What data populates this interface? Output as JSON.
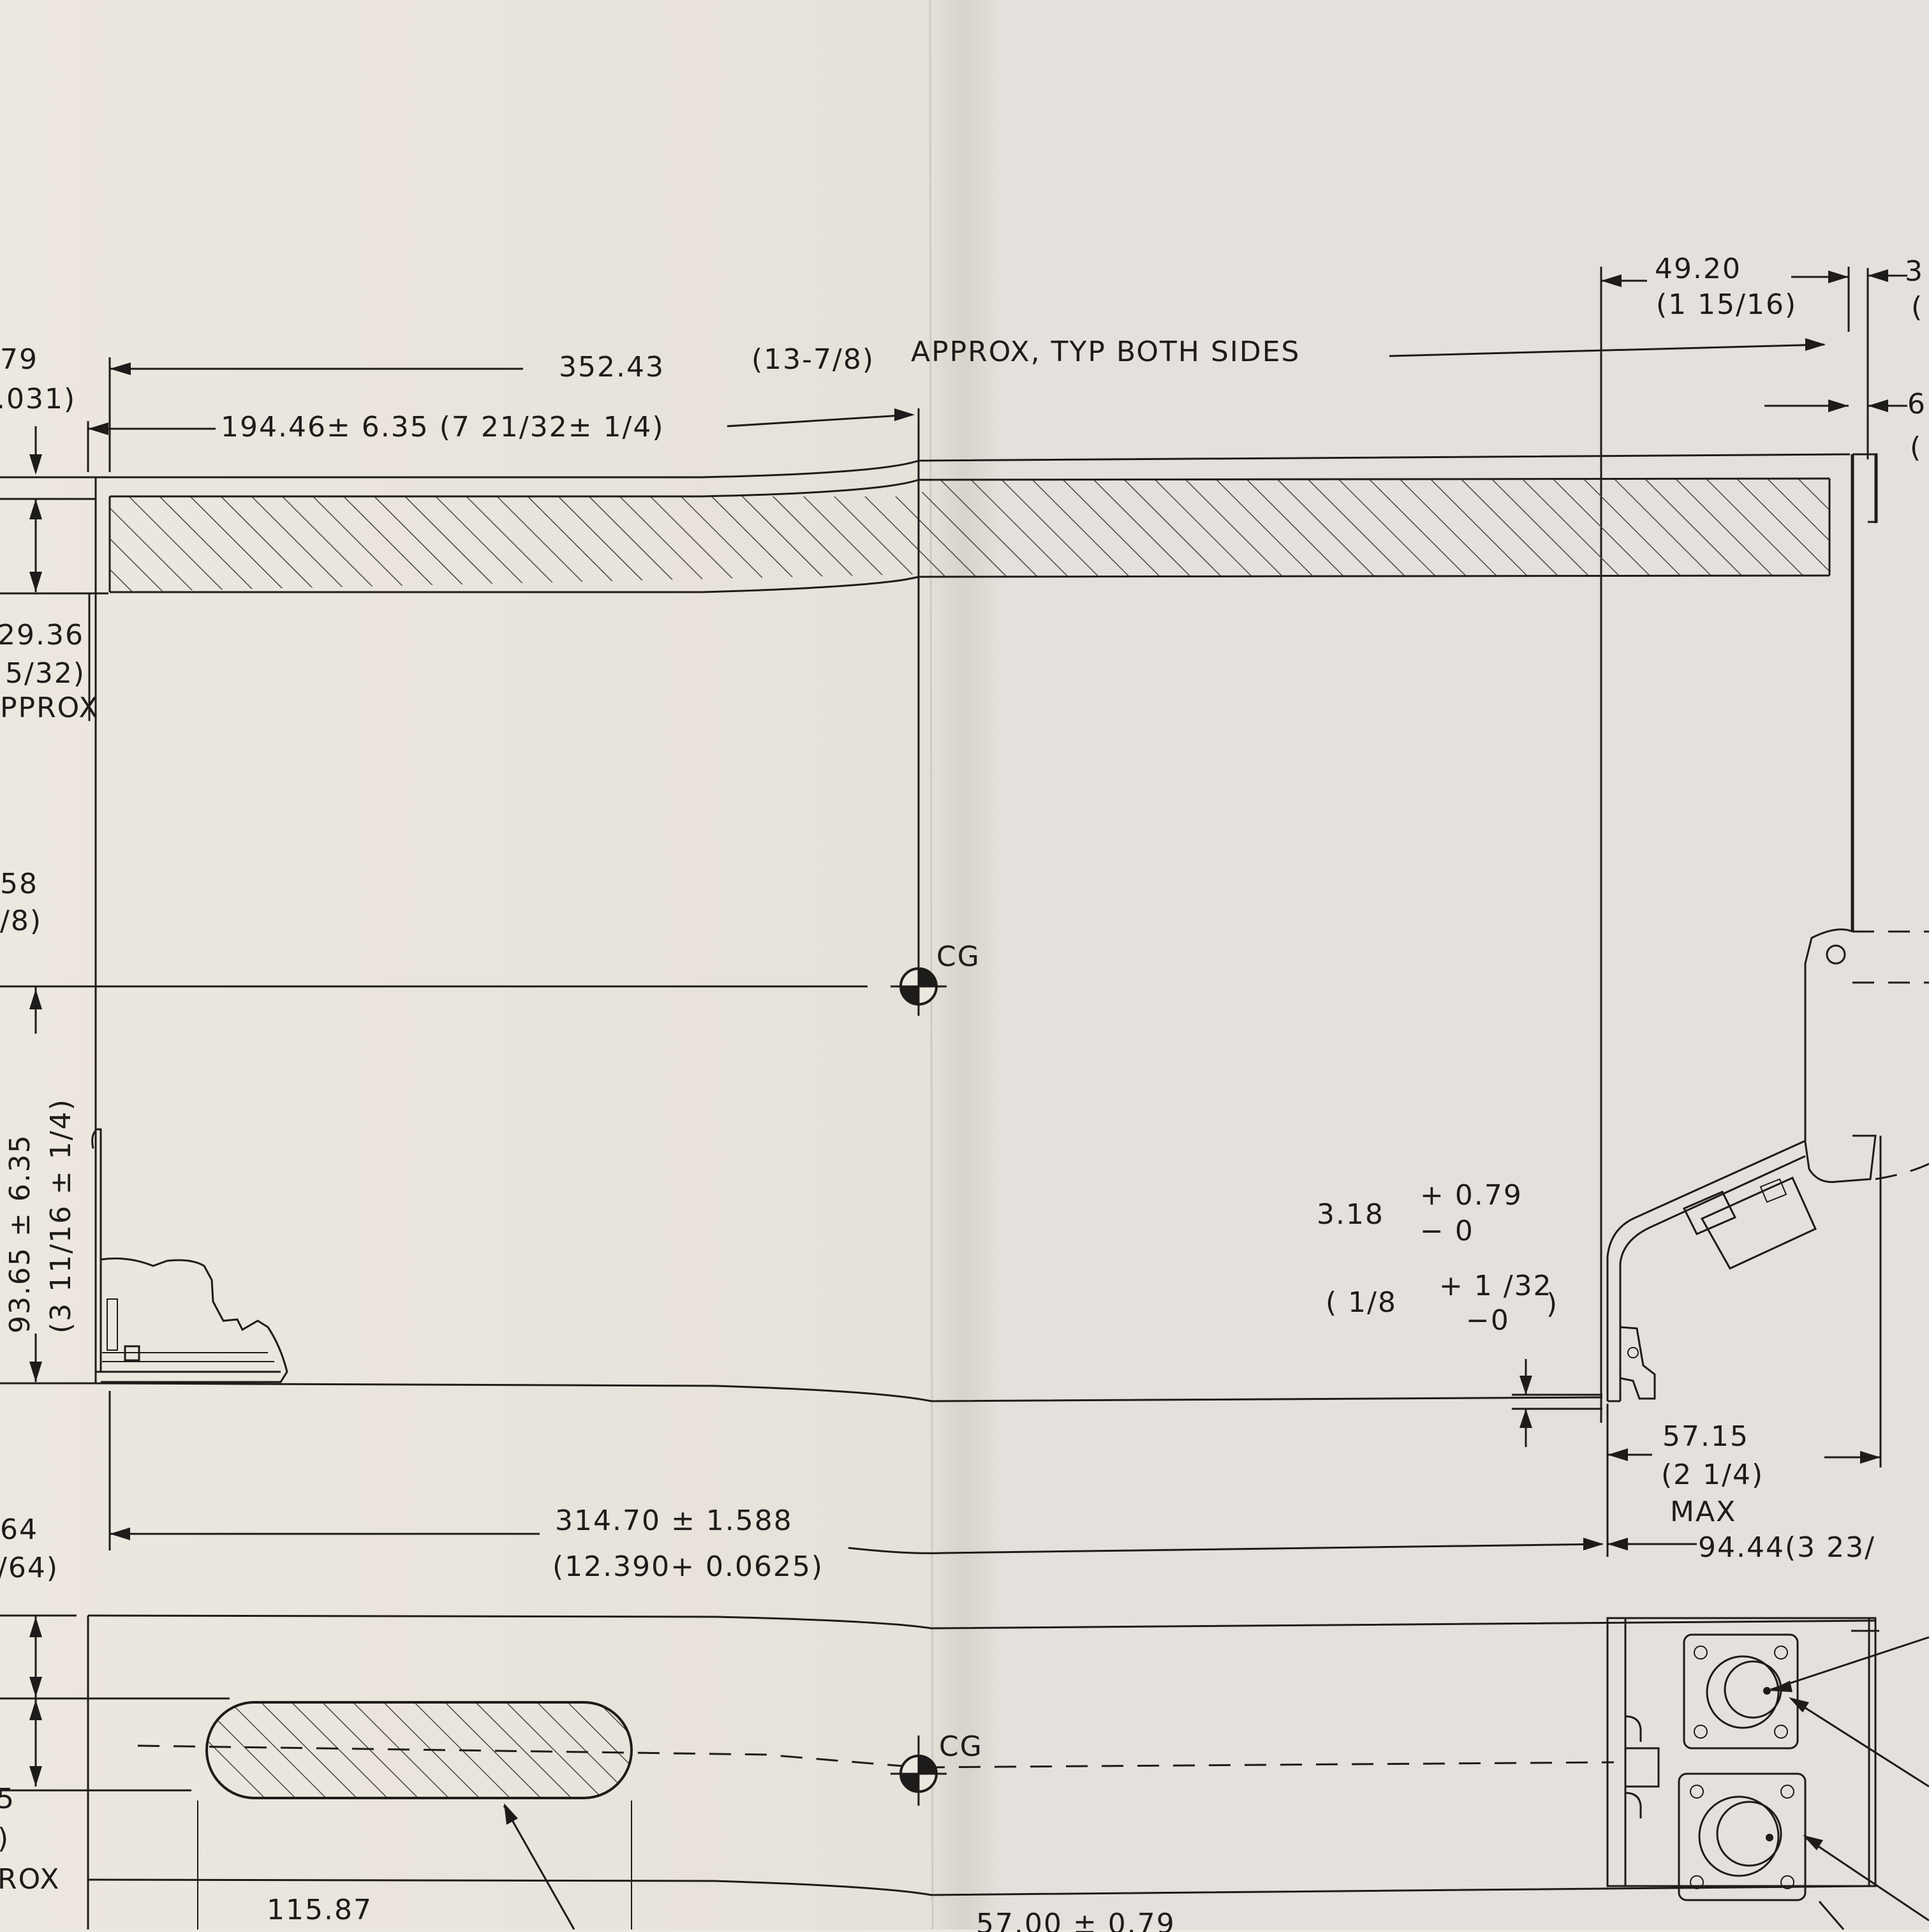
{
  "dims": {
    "overall_length": "352.43",
    "overall_length_in": "(13-7/8)",
    "typ_note": "APPROX, TYP BOTH SIDES",
    "cg_offset": "194.46± 6.35 (7 21/32± 1/4)",
    "flange_width": "49.20",
    "flange_width_in": "(1 15/16)",
    "left_top_a": "79",
    "left_top_b": ".031)",
    "left_thick_a": "29.36",
    "left_thick_b": "5/32)",
    "left_thick_c": "PPROX",
    "left_mid_a": "58",
    "left_mid_b": "/8)",
    "cg_height": "93.65 ± 6.35",
    "cg_height_in": "(3 11/16 ± 1/4)",
    "gap_mm": "3.18",
    "gap_tol_plus": "+ 0.79",
    "gap_tol_minus": "− 0",
    "gap_in": "( 1/8",
    "gap_in_plus": "+ 1 /32",
    "gap_in_minus": "−0",
    "base_length": "314.70 ± 1.588",
    "base_length_in": "(12.390+ 0.0625)",
    "right_depth": "57.15",
    "right_depth_in": "(2 1/4)",
    "right_depth_max": "MAX",
    "right_total": "94.44(3  23/",
    "left_low_a": "64",
    "left_low_b": "/64)",
    "bottom_len": "115.87",
    "bottom_b": "5",
    "bottom_c": ")",
    "bottom_rox": "ROX",
    "cg_label_top": "CG",
    "cg_label_bottom": "CG",
    "edge_top_c": "(",
    "edge_mid_c": "(",
    "edge_top_digit": "3",
    "edge_mid_digit": "6",
    "bottom_partial": "57.00 ± 0.79"
  },
  "colors": {
    "paper": "#ece7df",
    "ink": "#1e1c1a",
    "hatch": "#4a4744"
  },
  "cg_symbol": "cg-target-icon"
}
